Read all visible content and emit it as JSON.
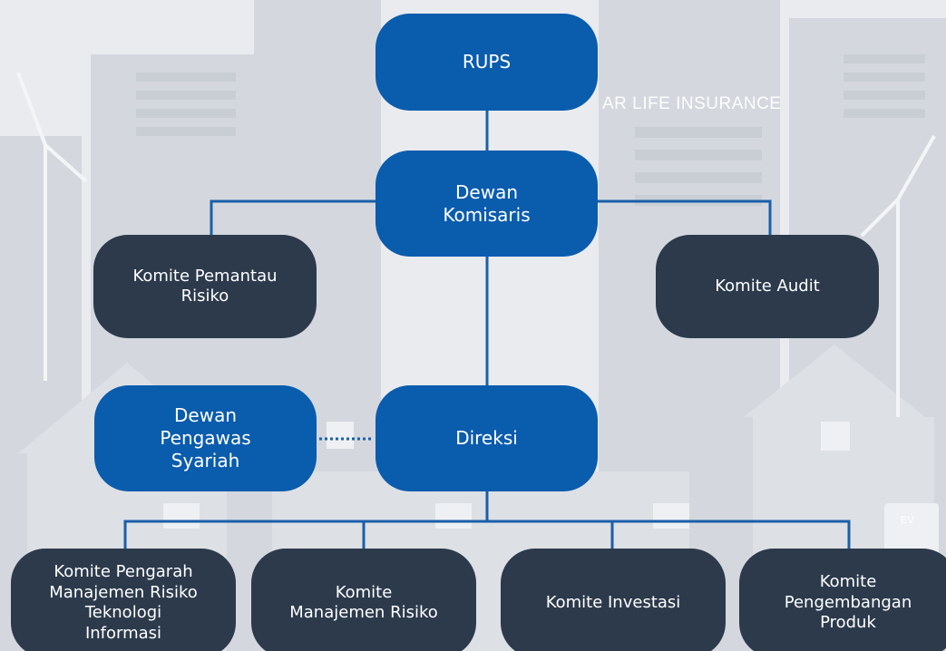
{
  "background": {
    "watermark_text": "AR LIFE INSURANCE",
    "badge_text": "EV"
  },
  "colors": {
    "governance_blue": "#0a5cad",
    "committee_dark": "#2c3a4c",
    "connector": "#1b5fa8"
  },
  "nodes": {
    "rups": "RUPS",
    "dewan_komisaris": "Dewan\nKomisaris",
    "komite_pemantau_risiko": "Komite Pemantau\nRisiko",
    "komite_audit": "Komite Audit",
    "dewan_pengawas_syariah": "Dewan\nPengawas\nSyariah",
    "direksi": "Direksi",
    "komite_pengarah_mr_ti": "Komite Pengarah\nManajemen Risiko\nTeknologi\nInformasi",
    "komite_manajemen_risiko": "Komite\nManajemen Risiko",
    "komite_investasi": "Komite Investasi",
    "komite_pengembangan_produk": "Komite\nPengembangan\nProduk"
  },
  "connections": [
    {
      "from": "rups",
      "to": "dewan_komisaris",
      "style": "solid"
    },
    {
      "from": "dewan_komisaris",
      "to": "komite_pemantau_risiko",
      "style": "solid"
    },
    {
      "from": "dewan_komisaris",
      "to": "komite_audit",
      "style": "solid"
    },
    {
      "from": "dewan_komisaris",
      "to": "direksi",
      "style": "solid"
    },
    {
      "from": "dewan_pengawas_syariah",
      "to": "direksi",
      "style": "dotted"
    },
    {
      "from": "direksi",
      "to": "komite_pengarah_mr_ti",
      "style": "solid"
    },
    {
      "from": "direksi",
      "to": "komite_manajemen_risiko",
      "style": "solid"
    },
    {
      "from": "direksi",
      "to": "komite_investasi",
      "style": "solid"
    },
    {
      "from": "direksi",
      "to": "komite_pengembangan_produk",
      "style": "solid"
    }
  ]
}
